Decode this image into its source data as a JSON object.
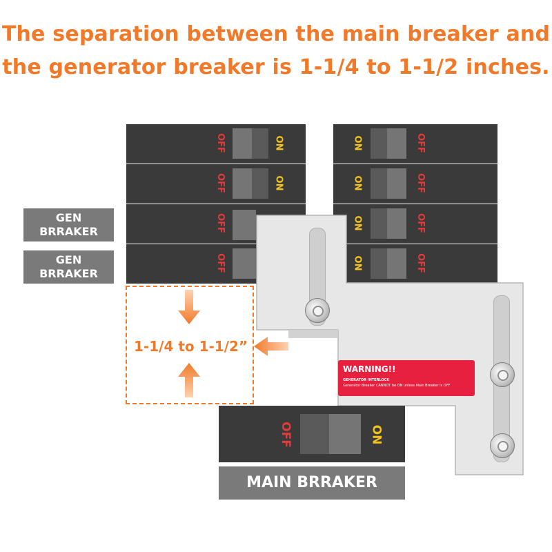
{
  "header": {
    "line1": "The separation between the main breaker and",
    "line2": "the generator breaker is 1-1/4 to 1-1/2 inches."
  },
  "breakers": {
    "off_label": "OFF",
    "on_label": "ON"
  },
  "labels": {
    "gen_1_line1": "GEN",
    "gen_1_line2": "BRRAKER",
    "gen_2_line1": "GEN",
    "gen_2_line2": "BRRAKER",
    "main": "MAIN BRRAKER"
  },
  "measurement": "1-1/4 to 1-1/2”",
  "warning": {
    "title": "WARNING!!",
    "line1": "GENERATOR INTERLOCK",
    "line2": "Generator Breaker CANNOT be ON unless Main Breaker is OFF"
  },
  "colors": {
    "accent": "#f07a2a",
    "breaker": "#3a3a3a",
    "off": "#e33b3b",
    "on": "#f3c21b",
    "warning": "#e8203f",
    "label_box": "#7a7a7a"
  },
  "icons": [
    "arrow-down-icon",
    "arrow-up-icon",
    "arrow-left-icon",
    "bolt-icon"
  ]
}
